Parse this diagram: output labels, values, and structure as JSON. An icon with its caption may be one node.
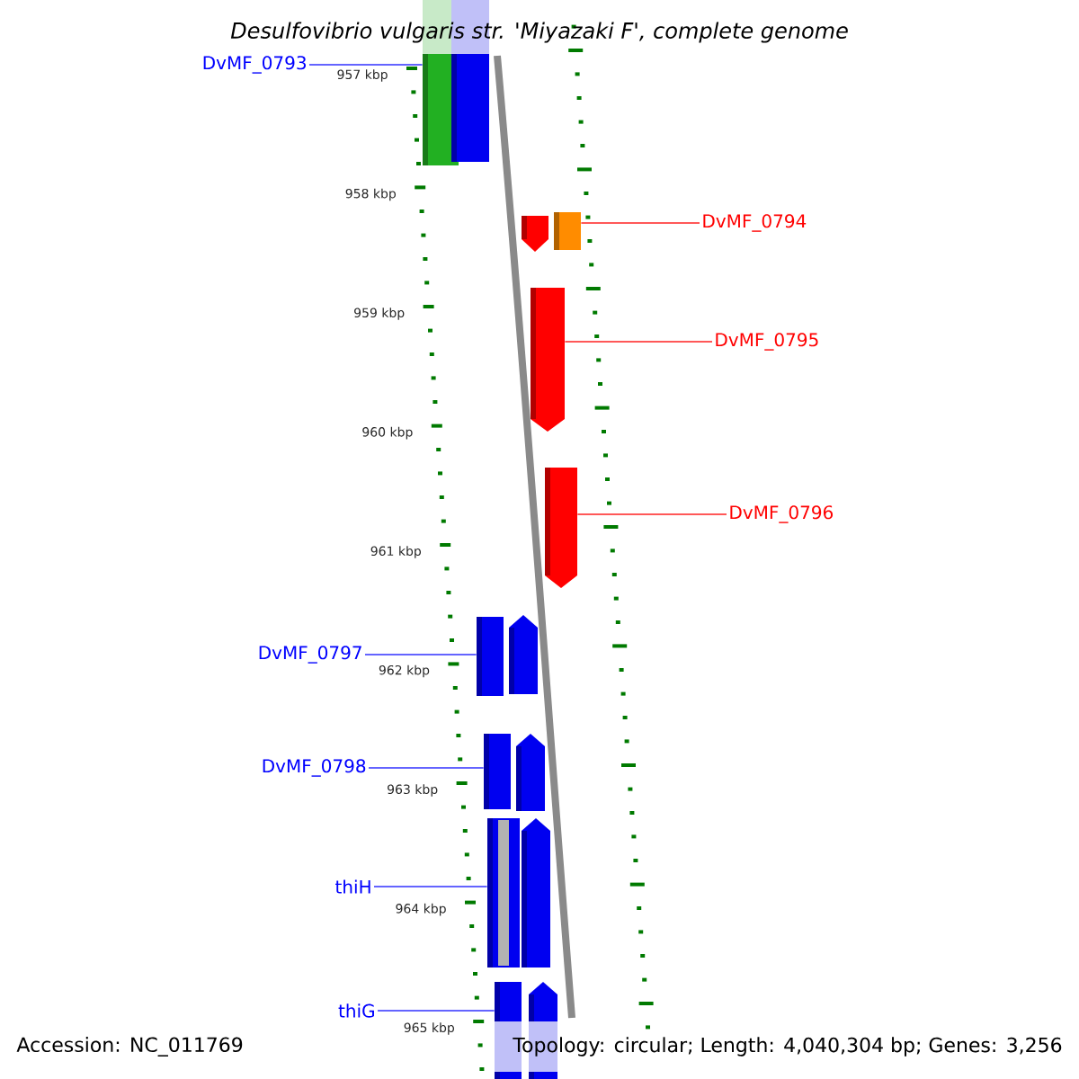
{
  "diagram": {
    "title": "Desulfovibrio vulgaris str. 'Miyazaki F', complete genome",
    "nodes": [
      {
        "text": [
          "DvMF_0793"
        ]
      },
      {
        "text": [
          "DvMF_0794"
        ]
      },
      {
        "text": [
          "DvMF_0795"
        ]
      },
      {
        "text": [
          "DvMF_0796"
        ]
      },
      {
        "text": [
          "DvMF_0797"
        ]
      },
      {
        "text": [
          "DvMF_0798"
        ]
      },
      {
        "text": [
          "thiH"
        ]
      },
      {
        "text": [
          "thiG"
        ]
      },
      {
        "text": [],
        "shape": "box"
      },
      {
        "text": [],
        "shape": "box"
      },
      {
        "text": [],
        "shape": "pentagon"
      },
      {
        "text": [],
        "shape": "box"
      },
      {
        "text": [],
        "shape": "pentagon"
      },
      {
        "text": [],
        "shape": "pentagon"
      },
      {
        "text": [],
        "shape": "box"
      },
      {
        "text": [],
        "shape": "pentagon"
      },
      {
        "text": [],
        "shape": "box"
      },
      {
        "text": [],
        "shape": "pentagon"
      },
      {
        "text": [],
        "shape": "box"
      },
      {
        "text": [],
        "shape": "pentagon"
      },
      {
        "text": [],
        "shape": "box"
      },
      {
        "text": [],
        "shape": "pentagon"
      }
    ],
    "edges": [
      {
        "from": 0,
        "to": 8,
        "arrow": "none",
        "color": "#3030ff"
      },
      {
        "from": 1,
        "to": 11,
        "arrow": "none",
        "color": "#ff2020"
      },
      {
        "from": 2,
        "to": 12,
        "arrow": "none",
        "color": "#ff2020"
      },
      {
        "from": 3,
        "to": 13,
        "arrow": "none",
        "color": "#ff2020"
      },
      {
        "from": 4,
        "to": 14,
        "arrow": "none",
        "color": "#3030ff"
      },
      {
        "from": 5,
        "to": 16,
        "arrow": "none",
        "color": "#3030ff"
      },
      {
        "from": 6,
        "to": 18,
        "arrow": "none",
        "color": "#3030ff"
      },
      {
        "from": 7,
        "to": 20,
        "arrow": "none",
        "color": "#3030ff"
      }
    ],
    "labels": [
      "957 kbp",
      "958 kbp",
      "959 kbp",
      "960 kbp",
      "961 kbp",
      "962 kbp",
      "963 kbp",
      "964 kbp",
      "965 kbp",
      "Accession: NC_011769",
      "Topology: circular; Length: 4,040,304 bp; Genes: 3,256"
    ]
  }
}
